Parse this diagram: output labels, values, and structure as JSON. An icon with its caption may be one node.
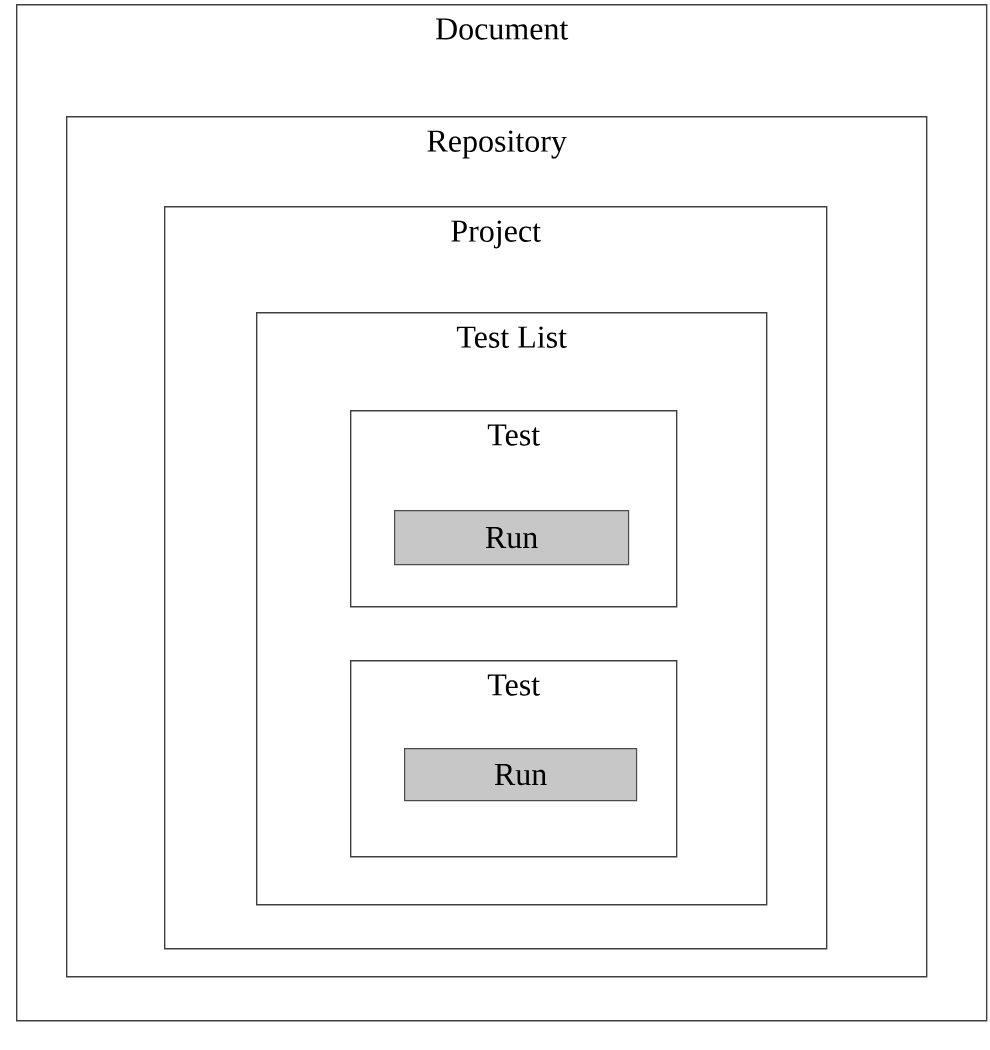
{
  "diagram": {
    "nodes": [
      {
        "text": [
          "Document"
        ]
      },
      {
        "text": [
          "Repository"
        ],
        "in": 0
      },
      {
        "text": [
          "Project"
        ],
        "in": 1
      },
      {
        "text": [
          "Test List"
        ],
        "in": 2
      },
      {
        "text": [
          "Test"
        ],
        "in": 3
      },
      {
        "text": [
          "Run"
        ],
        "in": 4
      },
      {
        "text": [
          "Test"
        ],
        "in": 3
      },
      {
        "text": [
          "Run"
        ],
        "in": 6
      }
    ]
  }
}
